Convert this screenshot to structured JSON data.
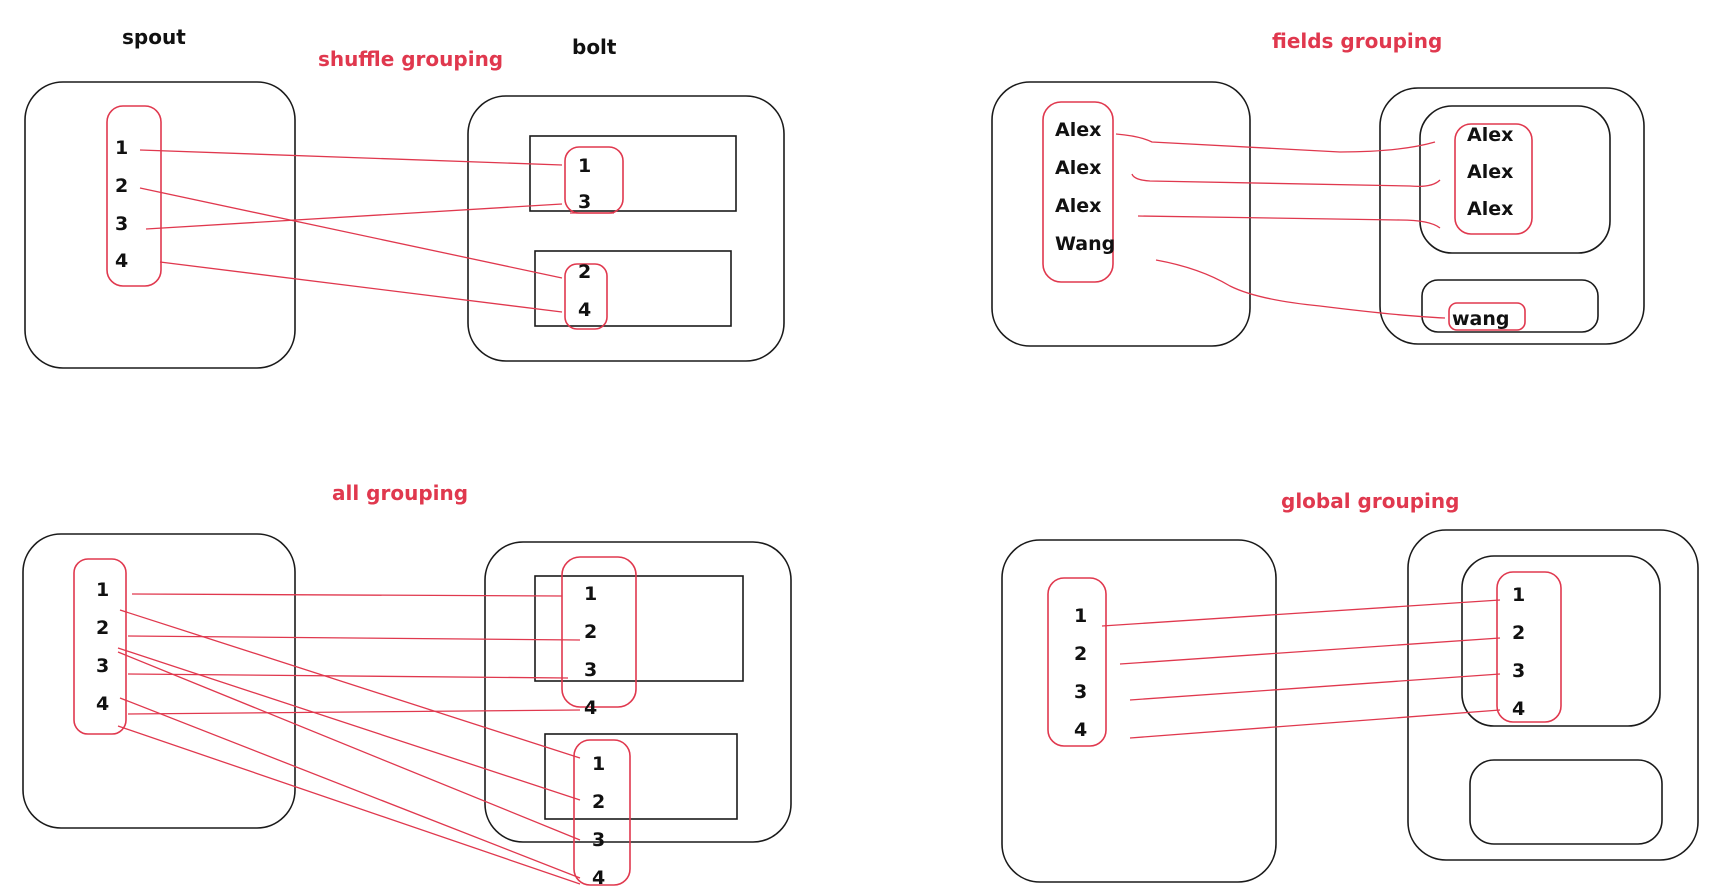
{
  "headers": {
    "spout": "spout",
    "bolt": "bolt"
  },
  "titles": {
    "shuffle": "shuffle grouping",
    "fields": "fields grouping",
    "all": "all grouping",
    "global": "global grouping"
  },
  "shuffle": {
    "spout_items": [
      "1",
      "2",
      "3",
      "4"
    ],
    "task1_items": [
      "1",
      "3"
    ],
    "task2_items": [
      "2",
      "4"
    ]
  },
  "fields": {
    "spout_items": [
      "Alex",
      "Alex",
      "Alex",
      "Wang"
    ],
    "task1_items": [
      "Alex",
      "Alex",
      "Alex"
    ],
    "task2_items": [
      "wang"
    ]
  },
  "all": {
    "spout_items": [
      "1",
      "2",
      "3",
      "4"
    ],
    "task1_items": [
      "1",
      "2",
      "3",
      "4"
    ],
    "task2_items": [
      "1",
      "2",
      "3",
      "4"
    ]
  },
  "global": {
    "spout_items": [
      "1",
      "2",
      "3",
      "4"
    ],
    "task1_items": [
      "1",
      "2",
      "3",
      "4"
    ]
  },
  "colors": {
    "accent": "#e0384e",
    "stroke": "#1a1a1a"
  }
}
